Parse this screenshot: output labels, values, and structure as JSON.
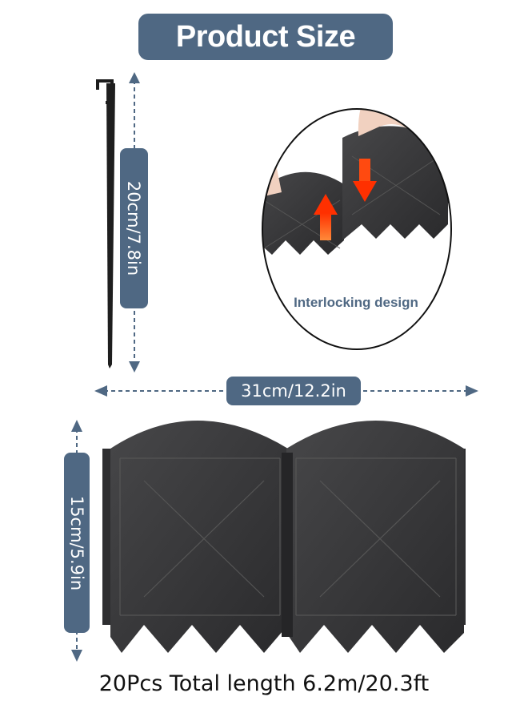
{
  "title": "Product Size",
  "dimensions": {
    "stake_height": "20cm/7.8in",
    "panel_width": "31cm/12.2in",
    "panel_height": "15cm/5.9in"
  },
  "inset_label": "Interlocking design",
  "footer_text": "20Pcs Total length 6.2m/20.3ft",
  "colors": {
    "badge": "#4f6883",
    "panel": "#3a3a3c",
    "arrow": "#ff4a10"
  }
}
